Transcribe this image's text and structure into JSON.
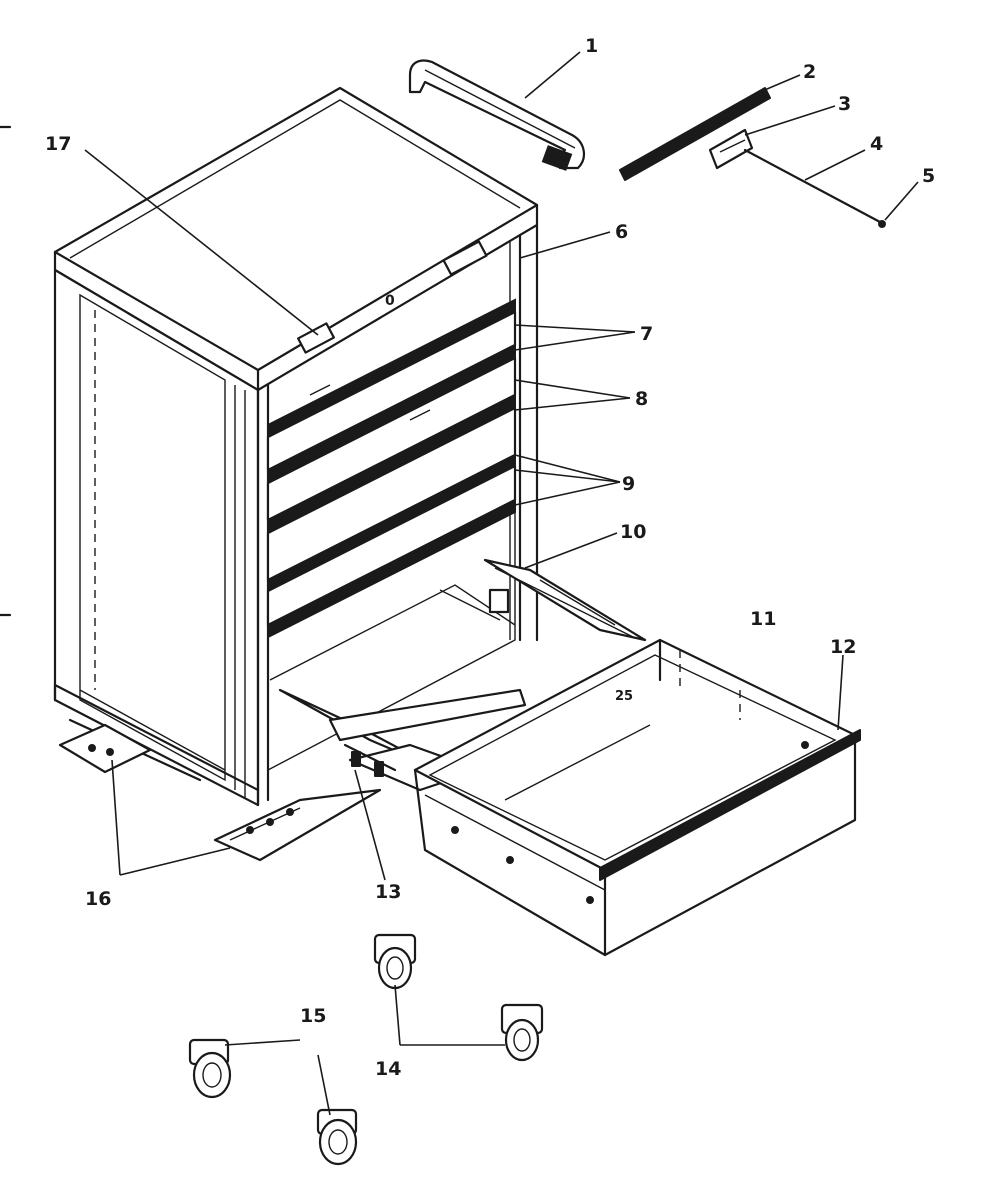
{
  "diagram": {
    "type": "exploded-parts-view",
    "callouts": [
      {
        "id": "c1",
        "label": "1"
      },
      {
        "id": "c2",
        "label": "2"
      },
      {
        "id": "c3",
        "label": "3"
      },
      {
        "id": "c4",
        "label": "4"
      },
      {
        "id": "c5",
        "label": "5"
      },
      {
        "id": "c6",
        "label": "6"
      },
      {
        "id": "c7",
        "label": "7"
      },
      {
        "id": "c8",
        "label": "8"
      },
      {
        "id": "c9",
        "label": "9"
      },
      {
        "id": "c10",
        "label": "10"
      },
      {
        "id": "c11",
        "label": "11"
      },
      {
        "id": "c12",
        "label": "12"
      },
      {
        "id": "c13",
        "label": "13"
      },
      {
        "id": "c14",
        "label": "14"
      },
      {
        "id": "c15",
        "label": "15"
      },
      {
        "id": "c16",
        "label": "16"
      },
      {
        "id": "c17",
        "label": "17"
      }
    ]
  }
}
